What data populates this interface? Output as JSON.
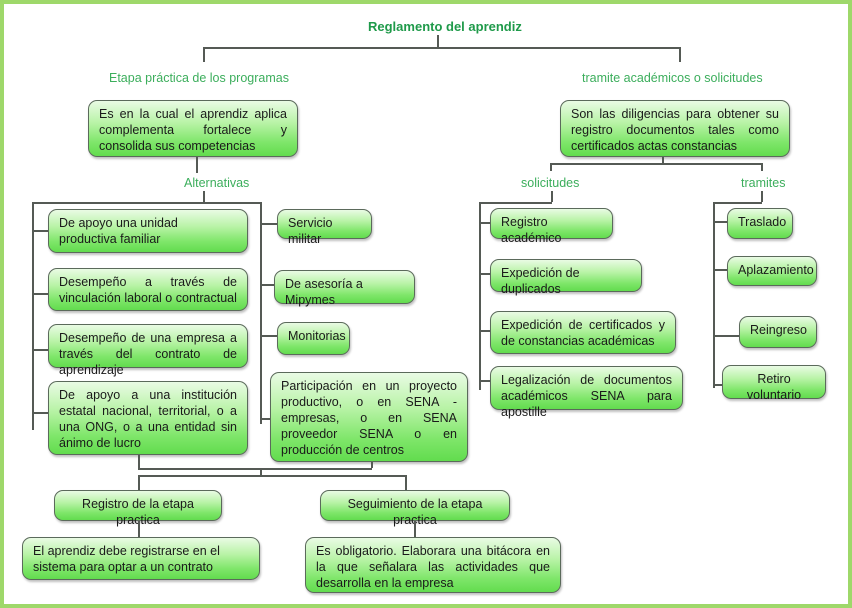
{
  "title": "Reglamento del aprendiz",
  "left_branch": {
    "label": "Etapa práctica de los programas",
    "description": "Es en la cual el aprendiz  aplica complementa fortalece y consolida sus competencias",
    "alternatives_label": "Alternativas",
    "alternatives_left": [
      "De apoyo una unidad productiva familiar",
      "Desempeño a través de vinculación laboral o contractual",
      "Desempeño de una empresa a través del contrato de aprendizaje",
      "De apoyo a una institución estatal nacional, territorial, o a una ONG, o a una entidad sin ánimo de lucro"
    ],
    "alternatives_right": [
      "Servicio militar",
      "De asesoría a Mipymes",
      "Monitorias",
      "Participación en un proyecto productivo, o en SENA - empresas, o en SENA proveedor SENA o en producción de centros"
    ],
    "registro": {
      "label": "Registro de la etapa practica",
      "detail": "El aprendiz debe registrarse en el sistema para optar a un contrato"
    },
    "seguimiento": {
      "label": "Seguimiento de la etapa practica",
      "detail": "Es obligatorio. Elaborara una bitácora en la que señalara las actividades que desarrolla en la empresa"
    }
  },
  "right_branch": {
    "label": "tramite académicos o solicitudes",
    "description": "Son las diligencias para obtener su registro documentos tales como certificados actas constancias",
    "solicitudes": {
      "label": "solicitudes",
      "items": [
        "Registro académico",
        "Expedición de duplicados",
        "Expedición de certificados y de constancias académicas",
        "Legalización de documentos académicos SENA para apostille"
      ]
    },
    "tramites": {
      "label": "tramites",
      "items": [
        "Traslado",
        "Aplazamiento",
        "Reingreso",
        "Retiro voluntario"
      ]
    }
  },
  "colors": {
    "frame_border": "#9ed86a",
    "label_green": "#3cae5c",
    "title_green": "#1f9a4a",
    "box_gradient_top": "#e9fbe4",
    "box_gradient_bottom": "#62dc4e",
    "connector": "#555a55"
  }
}
